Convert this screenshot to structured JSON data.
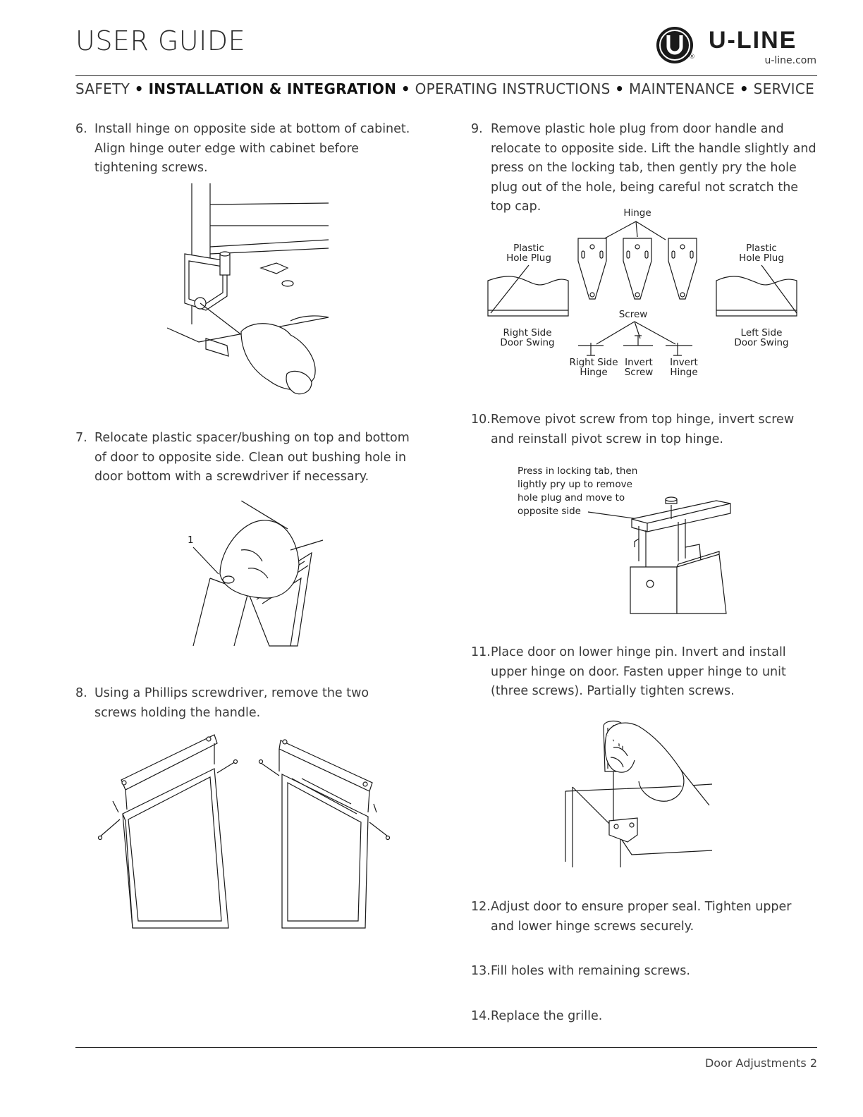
{
  "header": {
    "title": "USER GUIDE",
    "brand": "U-LINE",
    "url": "u-line.com",
    "registered": "®"
  },
  "nav": {
    "items": [
      "SAFETY",
      "INSTALLATION & INTEGRATION",
      "OPERATING INSTRUCTIONS",
      "MAINTENANCE",
      "SERVICE"
    ],
    "separator": "•"
  },
  "steps": {
    "s6": {
      "num": "6.",
      "text": "Install hinge on opposite side at bottom of cabinet. Align hinge outer edge with cabinet before tightening screws."
    },
    "s7": {
      "num": "7.",
      "text": "Relocate plastic spacer/bushing on top and bottom of door to opposite side. Clean out bushing hole in door bottom with a screwdriver if necessary."
    },
    "s8": {
      "num": "8.",
      "text": "Using a Phillips screwdriver, remove the two screws holding the handle."
    },
    "s9": {
      "num": "9.",
      "text": "Remove plastic hole plug from door handle and relocate to opposite side. Lift the handle slightly and press on the locking tab, then gently pry the hole plug out of the hole, being careful not scratch the top cap."
    },
    "s10": {
      "num": "10.",
      "text": "Remove pivot screw from top hinge, invert screw and reinstall pivot screw in top hinge."
    },
    "s11": {
      "num": "11.",
      "text": "Place door on lower hinge pin. Invert and install upper hinge on door. Fasten upper hinge to unit (three screws). Partially tighten screws."
    },
    "s12": {
      "num": "12.",
      "text": "Adjust door to ensure proper seal. Tighten upper and lower hinge screws securely."
    },
    "s13": {
      "num": "13.",
      "text": "Fill holes with remaining screws."
    },
    "s14": {
      "num": "14.",
      "text": "Replace the grille."
    }
  },
  "fig7": {
    "callout": "1"
  },
  "fig9": {
    "hinge": "Hinge",
    "plug_left_1": "Plastic",
    "plug_left_2": "Hole Plug",
    "plug_right_1": "Plastic",
    "plug_right_2": "Hole Plug",
    "screw": "Screw",
    "right_swing_1": "Right Side",
    "right_swing_2": "Door Swing",
    "left_swing_1": "Left Side",
    "left_swing_2": "Door Swing",
    "rsh_1": "Right Side",
    "rsh_2": "Hinge",
    "is_1": "Invert",
    "is_2": "Screw",
    "ih_1": "Invert",
    "ih_2": "Hinge"
  },
  "fig10": {
    "note_1": "Press in locking tab, then",
    "note_2": "lightly pry up to remove",
    "note_3": "hole plug and move to",
    "note_4": "opposite side"
  },
  "footer": {
    "page": "Door Adjustments 2"
  }
}
